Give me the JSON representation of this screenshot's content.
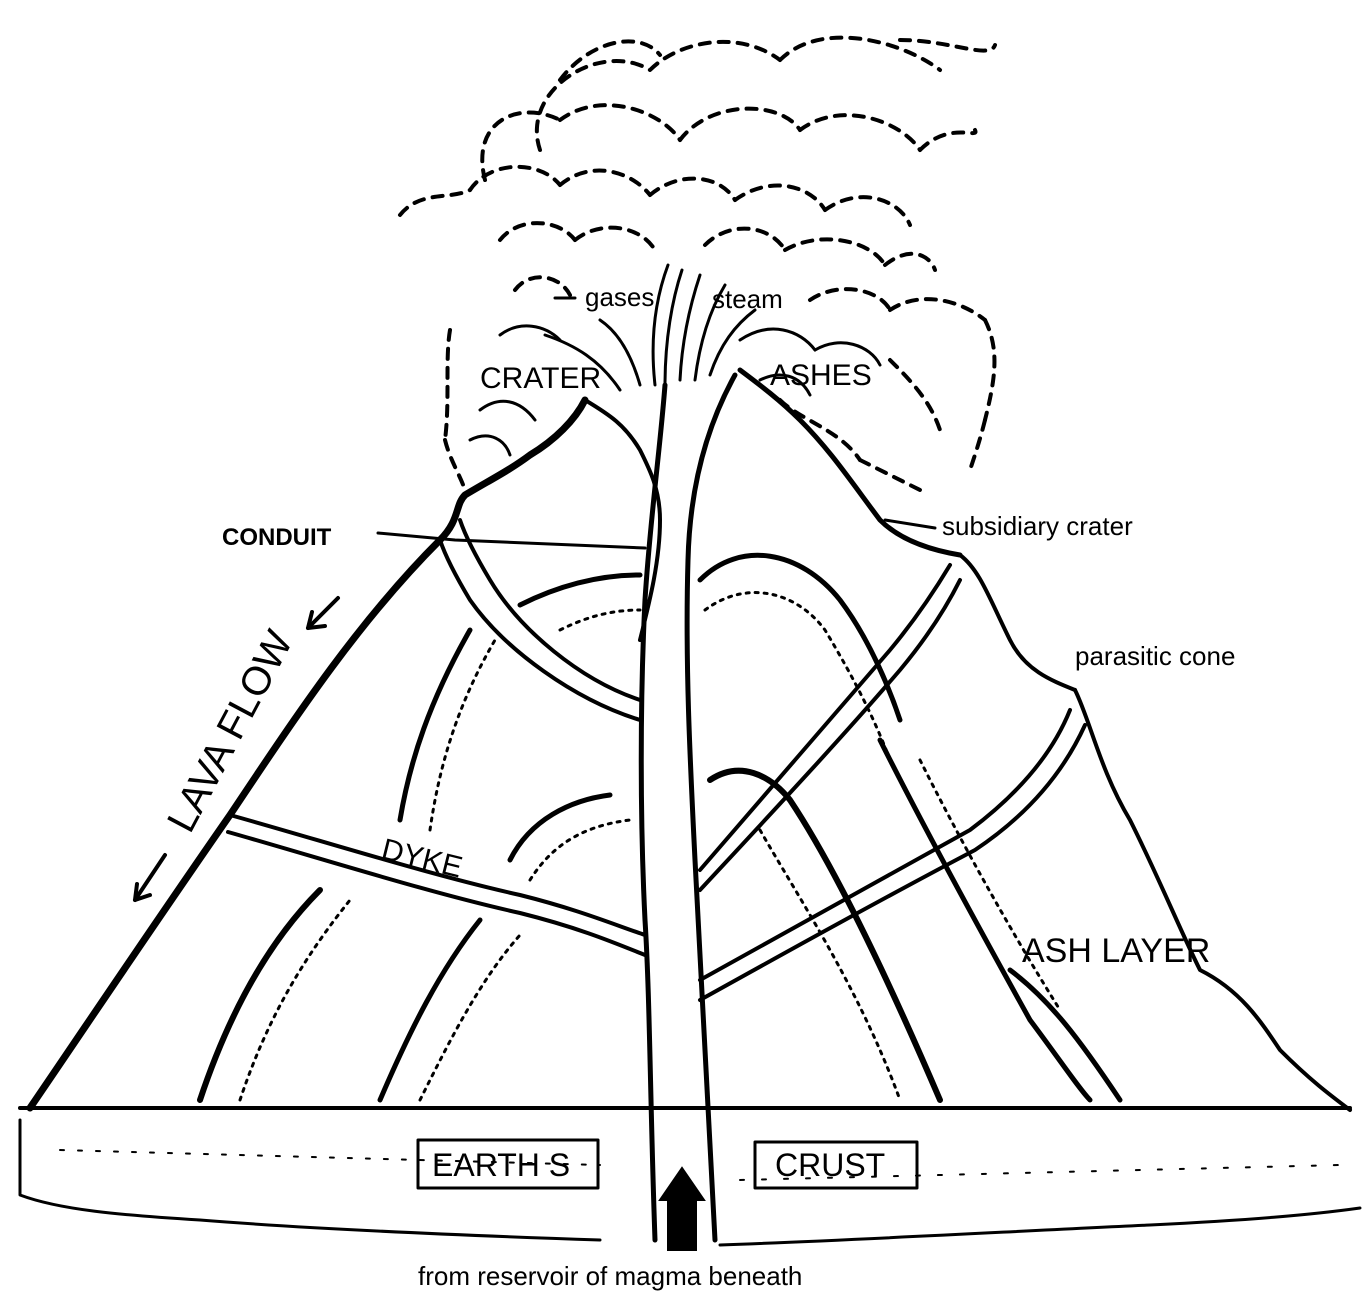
{
  "labels": {
    "gases": "gases",
    "steam": "steam",
    "crater": "CRATER",
    "ashes": "ASHES",
    "conduit": "CONDUIT",
    "subsidiary_crater": "subsidiary crater",
    "parasitic_cone": "parasitic cone",
    "lava_flow": "LAVA FLOW",
    "dyke": "DYKE",
    "ash_layer": "ASH LAYER",
    "earths": "EARTH S",
    "crust": "CRUST",
    "reservoir": "from reservoir of magma beneath"
  },
  "colors": {
    "ink": "#000000",
    "paper": "#ffffff"
  }
}
